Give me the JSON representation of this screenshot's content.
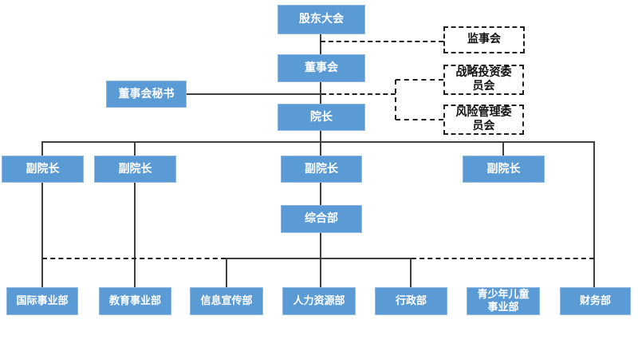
{
  "org_chart": {
    "nodes": {
      "shareholders_meeting": "股东大会",
      "supervisory_board": "监事会",
      "board_of_directors": "董事会",
      "strategic_investment_committee": "战略投资委\n员会",
      "risk_management_committee": "风险管理委\n员会",
      "board_secretary": "董事会秘书",
      "dean": "院长",
      "vice_deans": [
        "副院长",
        "副院长",
        "副院长",
        "副院长"
      ],
      "general_department": "综合部",
      "departments": [
        "国际事业部",
        "教育事业部",
        "信息宣传部",
        "人力资源部",
        "行政部",
        "青少年儿童\n事业部",
        "财务部"
      ]
    },
    "colors": {
      "node_fill": "#5B9BD5",
      "node_border": "#8FB8E0",
      "node_text": "#FFFFFF",
      "committee_border": "#1F1F1F",
      "connector_line": "#3F3F3F",
      "background": "#FFFFFF"
    }
  }
}
